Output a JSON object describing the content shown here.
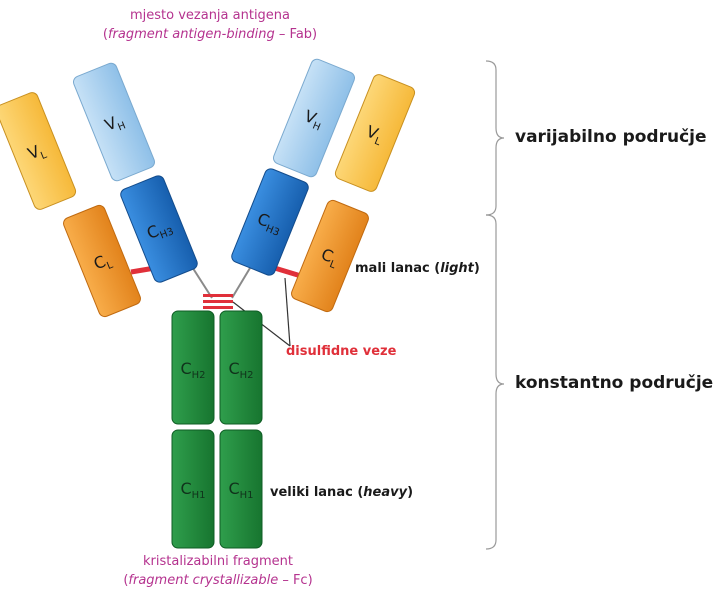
{
  "labels": {
    "fab_line1": "mjesto vezanja antigena",
    "fab_line2_italic": "fragment antigen-binding",
    "fab_line2_rest": " – Fab)",
    "fab_line2_open": "(",
    "variable_region": "varijabilno područje",
    "constant_region": "konstantno područje",
    "light_chain_prefix": "mali lanac (",
    "light_chain_italic": "light",
    "light_chain_suffix": ")",
    "heavy_chain_prefix": "veliki lanac (",
    "heavy_chain_italic": "heavy",
    "heavy_chain_suffix": ")",
    "disulfide": "disulfidne veze",
    "fc_line1": "kristalizabilni fragment",
    "fc_line2_open": "(",
    "fc_line2_italic": "fragment crystallizable",
    "fc_line2_rest": " – Fc)"
  },
  "domains": {
    "vl": {
      "main": "V",
      "sub": "L"
    },
    "vh": {
      "main": "V",
      "sub": "H"
    },
    "ch3": {
      "main": "C",
      "sub": "H3"
    },
    "cl": {
      "main": "C",
      "sub": "L"
    },
    "ch2": {
      "main": "C",
      "sub": "H2"
    },
    "ch1": {
      "main": "C",
      "sub": "H1"
    }
  },
  "colors": {
    "vl": "#fcc74f",
    "vh": "#a9d1ef",
    "ch3": "#1f6fc6",
    "cl": "#f3982a",
    "heavy_constant": "#1f8a3c",
    "disulfide": "#e0303a",
    "bracket": "#999999"
  }
}
